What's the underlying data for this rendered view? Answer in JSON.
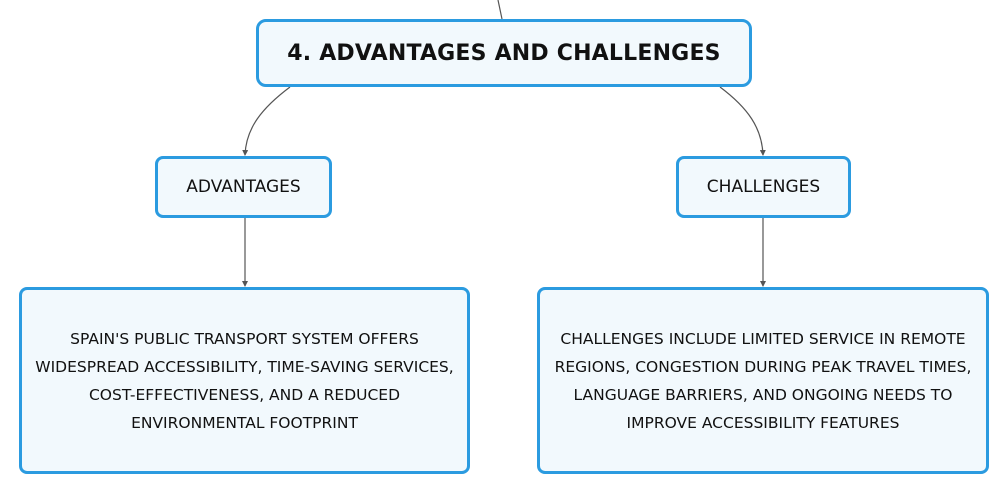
{
  "diagram": {
    "title": "4. ADVANTAGES AND CHALLENGES",
    "branches": [
      {
        "label": "ADVANTAGES",
        "detail": "SPAIN'S PUBLIC TRANSPORT SYSTEM OFFERS WIDESPREAD ACCESSIBILITY, TIME-SAVING SERVICES, COST-EFFECTIVENESS, AND A REDUCED ENVIRONMENTAL FOOTPRINT"
      },
      {
        "label": "CHALLENGES",
        "detail": "CHALLENGES INCLUDE LIMITED SERVICE IN REMOTE REGIONS, CONGESTION DURING PEAK TRAVEL TIMES, LANGUAGE BARRIERS, AND ONGOING NEEDS TO IMPROVE ACCESSIBILITY FEATURES"
      }
    ]
  },
  "colors": {
    "node_border": "#2b9be0",
    "node_fill": "#f2f9fd",
    "connector": "#555555"
  }
}
